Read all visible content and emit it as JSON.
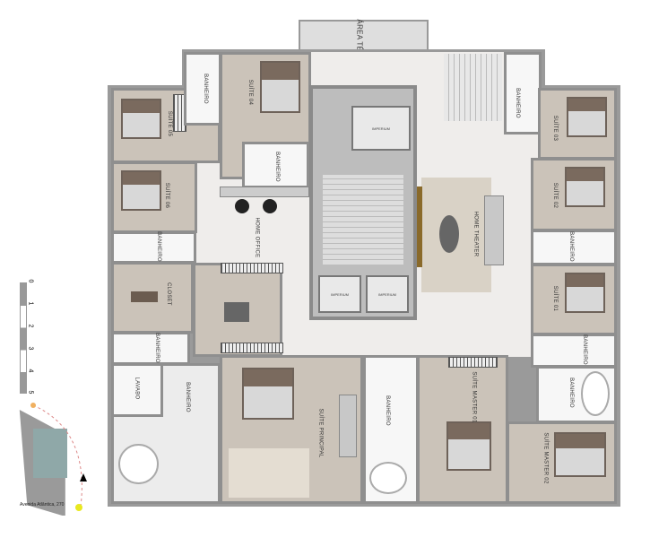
{
  "plan": {
    "area_tecnica": "ÁREA TÉCNICA",
    "rooms": {
      "suite_top_left": "SUÍTE 05",
      "suite_left_mid": "SUÍTE 06",
      "suite_top_center": "SUÍTE 04",
      "suite_right_top": "SUÍTE 03",
      "suite_right_mid": "SUÍTE 02",
      "suite_right_bottom": "SUÍTE 01",
      "banheiro": "BANHEIRO",
      "home_office": "HOME OFFICE",
      "home_theater": "HOME THEATER",
      "closet": "CLOSET",
      "lavabo": "LAVABO",
      "suite_principal": "SUÍTE PRINCIPAL",
      "suite_master_01": "SUÍTE MASTER 01",
      "suite_master_02": "SUÍTE MASTER 02"
    },
    "elevator_label": "IMPERIUM"
  },
  "scale": {
    "ticks": [
      "0",
      "1",
      "2",
      "3",
      "4",
      "5"
    ]
  },
  "site_map": {
    "street": "Avenida Atlântica, 270"
  },
  "colors": {
    "wall": "#9a9a9a",
    "wood": "#cbc3b9",
    "marble": "#efedeb",
    "site": "#8fa8a8"
  }
}
